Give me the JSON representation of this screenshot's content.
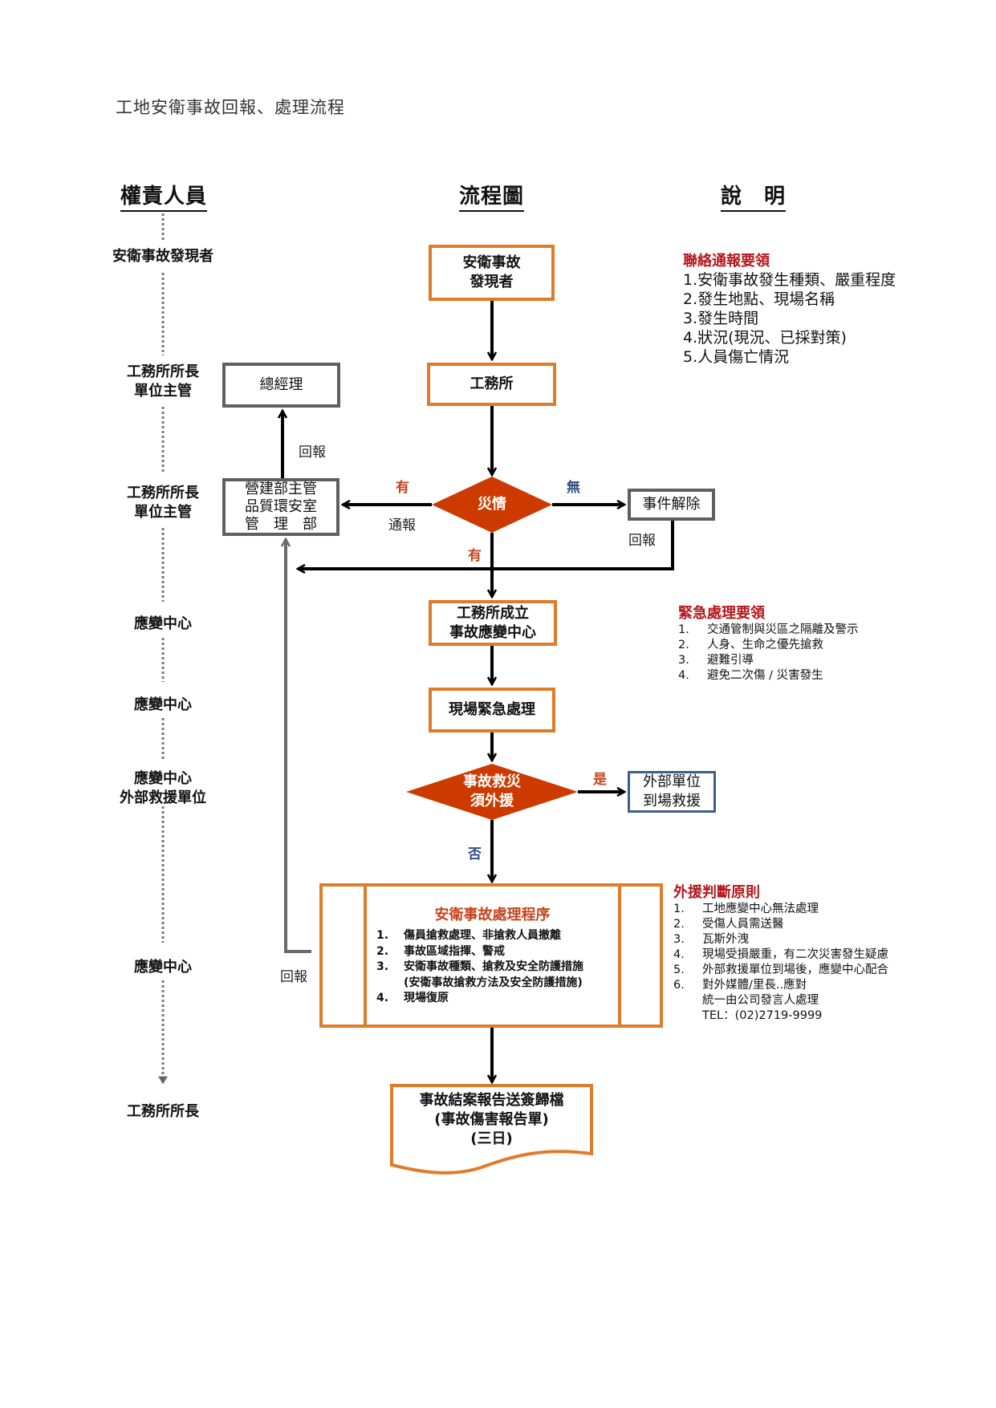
{
  "page_title": "工地安衛事故回報、處理流程",
  "column_headers": {
    "roles": "權責人員",
    "flowchart": "流程圖",
    "description": "說　明"
  },
  "roles": [
    "安衛事故發現者",
    "工務所所長\n單位主管",
    "工務所所長\n單位主管",
    "應變中心",
    "應變中心",
    "應變中心\n外部救援單位",
    "應變中心",
    "工務所所長"
  ],
  "flow": {
    "discoverer": "安衛事故\n發現者",
    "site_office": "工務所",
    "general_manager": "總經理",
    "hq_dept": "營建部主管\n品質環安室\n管　理　部",
    "disaster_decision": "災情",
    "incident_closed": "事件解除",
    "response_center": "工務所成立\n事故應變中心",
    "onsite_emergency": "現場緊急處理",
    "external_decision": "事故救災\n須外援",
    "external_units": "外部單位\n到場救援",
    "procedure_title": "安衛事故處理程序",
    "procedure_items": [
      {
        "num": "1.",
        "text": "傷員搶救處理、非搶救人員撤離"
      },
      {
        "num": "2.",
        "text": "事故區域指揮、警戒"
      },
      {
        "num": "3.",
        "text": "安衛事故種類、搶救及安全防護措施"
      },
      {
        "num": "",
        "text": "(安衛事故搶救方法及安全防護措施)"
      },
      {
        "num": "4.",
        "text": "現場復原"
      }
    ],
    "final_report": "事故結案報告送簽歸檔\n(事故傷害報告單)\n(三日)"
  },
  "edge_labels": {
    "report_up": "回報",
    "yes_left": "有",
    "notify": "通報",
    "no_right": "無",
    "closed_report": "回報",
    "yes_down": "有",
    "yes_external": "是",
    "no_down": "否",
    "procedure_report": "回報"
  },
  "notes": {
    "contact": {
      "title": "聯絡通報要領",
      "items": [
        "1.安衛事故發生種類、嚴重程度",
        "2.發生地點、現場名稱",
        "3.發生時間",
        "4.狀況(現況、已採對策)",
        "5.人員傷亡情況"
      ]
    },
    "emergency": {
      "title": "緊急處理要領",
      "items": [
        {
          "num": "1.",
          "text": "交通管制與災區之隔離及警示"
        },
        {
          "num": "2.",
          "text": "人身、生命之優先搶救"
        },
        {
          "num": "3.",
          "text": "避難引導"
        },
        {
          "num": "4.",
          "text": "避免二次傷 / 災害發生"
        }
      ]
    },
    "external": {
      "title": "外援判斷原則",
      "items": [
        {
          "num": "1.",
          "text": "工地應變中心無法處理"
        },
        {
          "num": "2.",
          "text": "受傷人員需送醫"
        },
        {
          "num": "3.",
          "text": "瓦斯外洩"
        },
        {
          "num": "4.",
          "text": "現場受損嚴重，有二次災害發生疑慮"
        },
        {
          "num": "5.",
          "text": "外部救援單位到場後，應變中心配合"
        },
        {
          "num": "6.",
          "text": "對外媒體/里長..應對"
        },
        {
          "num": "",
          "text": "統一由公司發言人處理"
        },
        {
          "num": "",
          "text": "TEL：(02)2719-9999"
        }
      ]
    }
  },
  "colors": {
    "orange_border": "#e07b29",
    "decision_fill": "#cc3a00",
    "gray_border": "#5f5f5f",
    "blue_border": "#3e5f8a",
    "note_title_red": "#b5171b",
    "label_red": "#c6441c",
    "label_blue": "#2f4f7f"
  }
}
